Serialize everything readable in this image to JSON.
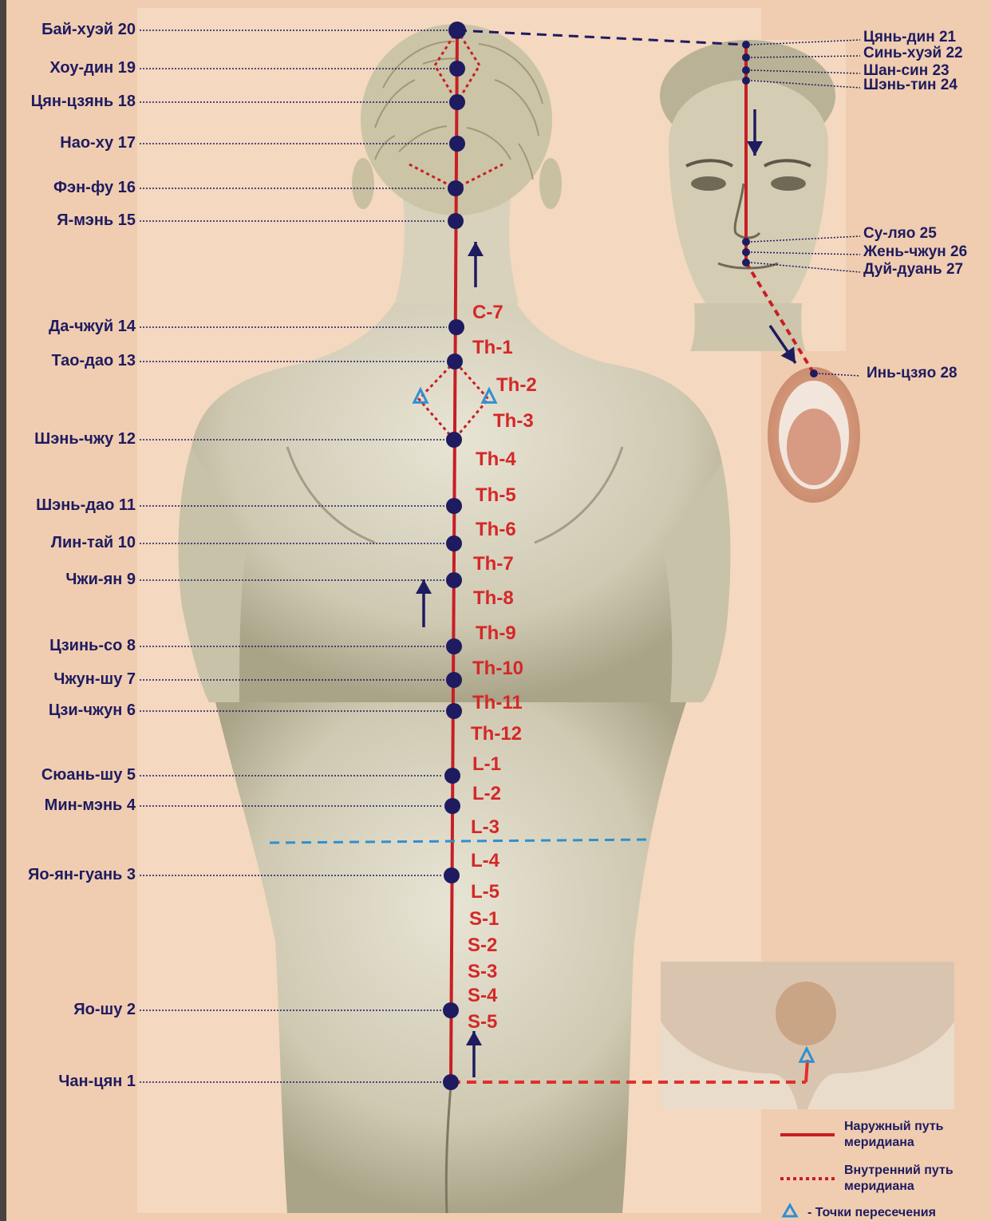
{
  "colors": {
    "background": "#f0cdb0",
    "meridian": "#c81e24",
    "point": "#1e1b60",
    "label": "#1e1b60",
    "vertebra": "#d42828",
    "intersection": "#2f8fd0",
    "skin": "#d8d3c0"
  },
  "back_points": [
    {
      "name": "Бай-хуэй 20"
    },
    {
      "name": "Хоу-дин 19"
    },
    {
      "name": "Цян-цзянь 18"
    },
    {
      "name": "Нао-ху 17"
    },
    {
      "name": "Фэн-фу 16"
    },
    {
      "name": "Я-мэнь 15"
    },
    {
      "name": "Да-чжуй 14"
    },
    {
      "name": "Тао-дао 13"
    },
    {
      "name": "Шэнь-чжу 12"
    },
    {
      "name": "Шэнь-дао 11"
    },
    {
      "name": "Лин-тай 10"
    },
    {
      "name": "Чжи-ян 9"
    },
    {
      "name": "Цзинь-со 8"
    },
    {
      "name": "Чжун-шу 7"
    },
    {
      "name": "Цзи-чжун 6"
    },
    {
      "name": "Сюань-шу 5"
    },
    {
      "name": "Мин-мэнь 4"
    },
    {
      "name": "Яо-ян-гуань 3"
    },
    {
      "name": "Яо-шу 2"
    },
    {
      "name": "Чан-цян 1"
    }
  ],
  "face_points": [
    {
      "name": "Цянь-дин 21"
    },
    {
      "name": "Синь-хуэй 22"
    },
    {
      "name": "Шан-син 23"
    },
    {
      "name": "Шэнь-тин 24"
    },
    {
      "name": "Су-ляо 25"
    },
    {
      "name": "Жень-чжун 26"
    },
    {
      "name": "Дуй-дуань 27"
    },
    {
      "name": "Инь-цзяо 28"
    }
  ],
  "vertebrae": [
    "C-7",
    "Th-1",
    "Th-2",
    "Th-3",
    "Th-4",
    "Th-5",
    "Th-6",
    "Th-7",
    "Th-8",
    "Th-9",
    "Th-10",
    "Th-11",
    "Th-12",
    "L-1",
    "L-2",
    "L-3",
    "L-4",
    "L-5",
    "S-1",
    "S-2",
    "S-3",
    "S-4",
    "S-5"
  ],
  "legend": {
    "external_path": "Наружный путь меридиана",
    "internal_path": "Внутренний путь меридиана",
    "intersection_points": "- Точки пересечения"
  }
}
